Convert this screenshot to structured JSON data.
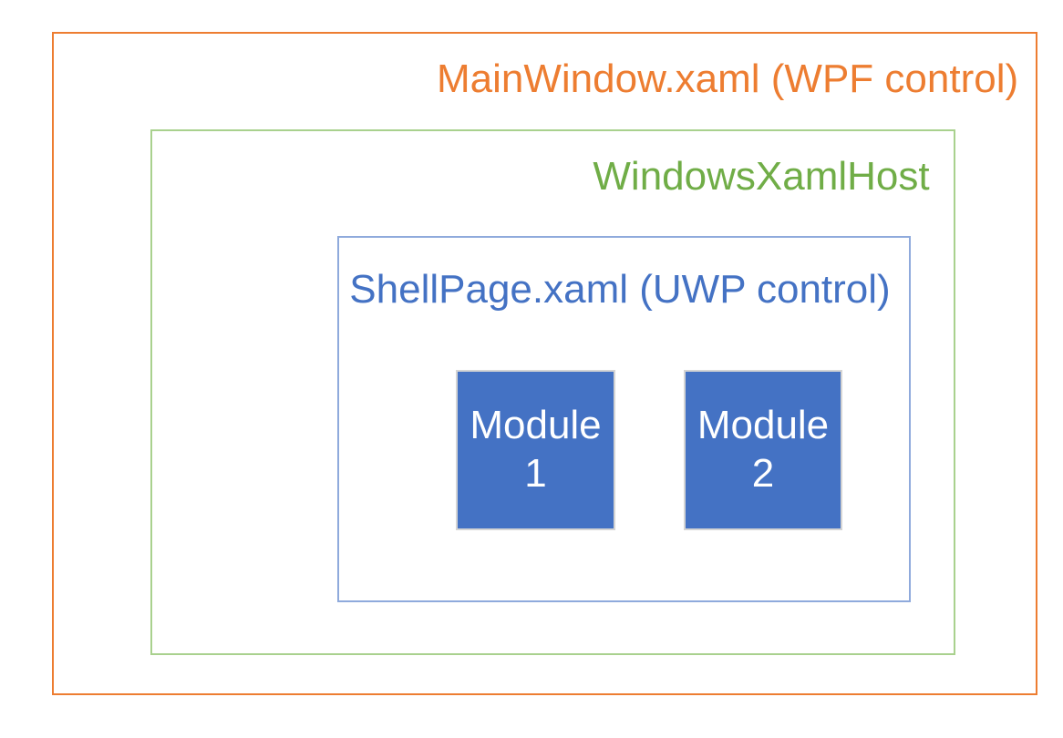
{
  "diagram": {
    "background_color": "#FFFFFF",
    "mainwindow_box": {
      "label": "MainWindow.xaml (WPF control)",
      "border_color": "#ED7D31",
      "text_color": "#ED7D31"
    },
    "xamlhost_box": {
      "label": "WindowsXamlHost",
      "border_color": "#A9D18E",
      "text_color": "#70AD47"
    },
    "shellpage_box": {
      "label": "ShellPage.xaml (UWP control)",
      "border_color": "#8FAADC",
      "text_color": "#4472C4"
    },
    "modules": [
      {
        "label": "Module\n1",
        "fill_color": "#4472C4",
        "border_color": "#D4D4D4",
        "text_color": "#FFFFFF"
      },
      {
        "label": "Module\n2",
        "fill_color": "#4472C4",
        "border_color": "#D4D4D4",
        "text_color": "#FFFFFF"
      }
    ]
  }
}
